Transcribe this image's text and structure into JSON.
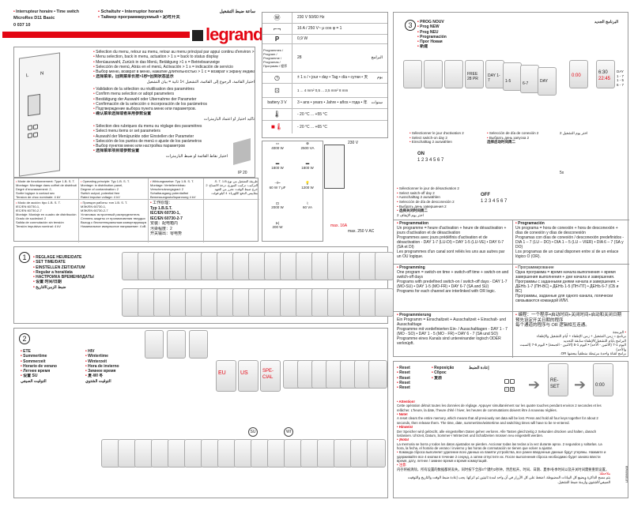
{
  "header": {
    "title_fr_en": "Interrupteur horaire • Time switch",
    "model": "MicroRex D11 Basic",
    "ref": "0 037 10",
    "title_de_es": "Schaltuhr • Interruptor horario",
    "title_ru_zh": "Таймер программируемый • 定时开关",
    "title_ar": "ساعة ضبط التشغيل",
    "logo": "legrand"
  },
  "keys": {
    "menu": [
      "Sélection du menu, retour au menu, retour au menu principal par appui continu d'environ > 1 s",
      "Menu selection, back in menu, actuation > 1 s = back to status display",
      "Menüauswahl, Zurück in das Menü, Betätigung >1 s = Betriebsanzeige",
      "Selección de menú, Atrás en el menú, Activación > 1 s = indicación de servicio",
      "Выбор меню, возврат в меню, нажатие длительностью > 1 с = возврат к экрану индикации",
      "选择菜单，回到菜单长按>1秒=回到状态显示",
      "اختيار القائمة، الرجوع إلى القائمة، التشغيل >1 ثانية = بيان التشغيل"
    ],
    "ok": [
      "Validation de la sélection ou réutilisation des paramètres",
      "Confirm menu selection or adopt parameters",
      "Bestätigung der Auswahl oder Übernahme der Parameter",
      "Confirmación de la selección o incorporación de los parámetros",
      "Подтверждение выбора пункта меню или параметров.",
      "确认菜单选择或者采用参数设置",
      "تأكيد اختيار أو اعتماد البارمترات"
    ],
    "plusminus": [
      "Sélection des rubriques du menu ou réglage des paramètres",
      "Select menu items or set parameters",
      "Auswahl der Menüpunkte oder Einstellen der Parameter",
      "Selección de los puntos de menú o ajuste de los parámetros",
      "Выбор пунктов меню или настройка параметров",
      "选择菜单项目或参数设置",
      "اختيار نقاط القائمة أو ضبط البارمترات"
    ],
    "ip": "IP 20"
  },
  "specs": [
    {
      "icon": "M",
      "value": "230 V 50/60 Hz"
    },
    {
      "icon": "relay",
      "value": "16 A / 250 V~ μ cos φ = 1"
    },
    {
      "icon": "P",
      "value": "0,9 W"
    },
    {
      "icon": "Programmes / Program / Programme / Programas / Программ / 程序",
      "value": "28",
      "ar": "البرامج"
    },
    {
      "icon": "clock",
      "value": "± 1 s / • jour • day • Tag • día • сутки • 天",
      "ar": "يوم"
    },
    {
      "icon": "terminal",
      "value": "1 ... 4 mm²    0,5 ... 2,5 mm²    8 mm"
    },
    {
      "icon": "battery 3 V",
      "value": "3 • ans • years • Jahre • años • года • 年",
      "ar": "سنوات"
    },
    {
      "icon": "thermometer",
      "value": "- 20 °C ... +55 °C"
    },
    {
      "icon": "storage",
      "value": "- 20 °C ... +65 °C"
    }
  ],
  "details": [
    [
      "Mode de fonctionnement: Type 1.B. S. T.",
      "IEC/EN 60730-1,",
      "IEC/EN 60730-2-7",
      "Montage: Montage dans coffret de distribution",
      "Degré d'encrassement: 2,",
      "Sortie logique à contact sec",
      "Tension de choc nominale: 4 kV"
    ],
    [
      "Operating principle: Typ 1.B. S. T.",
      "IEC/EN 60730-1,",
      "IEC/EN 60730-2-7",
      "Montage: in distribution panel,",
      "Degree of contamination: 2",
      "Switch output, potential free",
      "Rated impulse voltage: 4 kV"
    ],
    [
      "Wirkungsweise: Typ 1.B. S. T.",
      "IEC/EN 60730-1,",
      "IEC/EN 60730-2-7",
      "Montage: Verteilereinbau",
      "Verschmutzungsgrad: 2",
      "Schaltausgang potentialfrei",
      "Bemessungsstoßspannung 4 kV"
    ],
    [
      "طريقة التشغيل من نوع S. T. 1.B.",
      "IEC/EN 60730-1,",
      "IEC/EN 60730-2-7",
      "التركيب: تركيب الموزع، درجة الاتساخ: 2",
      "خرج ضبط الوقت: تحرر من الجهد",
      "مقاييس الدفع الكهرباء: 4 كيلو فولت"
    ],
    [
      "Modo de acción: tipo 1.B. S. T.",
      "IEC/EN 60730-1,",
      "IEC/EN 60730-2-7",
      "Montaje: Montaje en cuadro de distribución",
      "Grado de suciedad: 2",
      "Salida de conmutación sin tensión",
      "Tensión impulsiva nominal: 4 kV"
    ],
    [
      "Принцип работы: тип 1.B. S. T.",
      "МЭК/EN 60730-1,",
      "МЭК/EN 60730-2-7",
      "Установка: встроенный распределитель",
      "Степень защиты от проникновения твердых тел: 2",
      "Выход с беспотенциальным коммутирующим контактом",
      "Номинальное импульсное напряжение: 4 кВ"
    ],
    [
      "工作原理：",
      "Typ 1.B.S.T.",
      "IEC/EN 60730-1,",
      "IEC/EN 60730-2-7",
      "安装：配电箱内",
      "污染程度：2",
      "开关输出：零电势"
    ]
  ],
  "loads": [
    {
      "icon": "resistive",
      "value": "4000 W"
    },
    {
      "icon": "motor",
      "value": "2500 VA"
    },
    {
      "icon": "fluorescent",
      "value": "1800 W"
    },
    {
      "icon": "fluorescent-parallel",
      "value": "1800 W"
    },
    {
      "icon": "capacitor",
      "value": "60 W  7 μF"
    },
    {
      "icon": "halogen",
      "value": "1200 W"
    },
    {
      "icon": "halogen-lv",
      "value": "2000 W"
    },
    {
      "icon": "cfl",
      "value": "60 VA"
    },
    {
      "icon": "led",
      "value": "200 W"
    }
  ],
  "wiring": {
    "voltage": "230 V",
    "max_a": "max. 16A",
    "max_v": "max. 250 V AC",
    "L": "L",
    "N": "N"
  },
  "section1": {
    "num": "1",
    "labels": [
      "REGLAGE HEURE/DATE",
      "SET  TIME/DATE",
      "EINSTELLEN  ZEIT/DATUM",
      "Regular a hora/data",
      "НАСТРОЙКА ВРЕМЕНИ/ДАТЫ",
      "设置 时间/日期",
      "ضبط الزمن/التاريخ"
    ]
  },
  "section2": {
    "num": "2",
    "summer": [
      "ETE",
      "Summertime",
      "Sommerzeit",
      "Horario de verano",
      "Летнее время",
      "设置 SU",
      "التوقيت الصيفي"
    ],
    "winter": [
      "HIV",
      "Wintertime",
      "Winterzeit",
      "Hora de invierno",
      "Зимнее время",
      "夏-WI 冬",
      "التوقيت الشتوي"
    ],
    "screens": [
      "EU",
      "US",
      "SPE-CIAL"
    ],
    "badges": [
      "SU",
      "WI"
    ]
  },
  "section3": {
    "num": "3",
    "labels": [
      "PROG  NOUV",
      "Prog  NEW",
      "Prog  NEU",
      "Programación",
      "Прог Новая",
      "新建"
    ],
    "ar": "البرنامج الجديد",
    "screens": [
      "FREE",
      "28 PR",
      "DAY 1-7",
      "1-5",
      "6-7",
      "DAY",
      "0:00",
      "6:30",
      "22:45"
    ],
    "day_legend": [
      "DAY",
      "1 - 7",
      "1 - 5",
      "6 - 7"
    ],
    "switch_on": [
      "Sélectionner le jour d'activation 2",
      "Select switch-on day 2",
      "Einschalttag 2 auswählen",
      "Selección de día de conexión 2",
      "Выбрать день запуска 2",
      "选择启动时间周二",
      "اختر يوم التشغيل 2"
    ],
    "switch_off": [
      "Sélectionner le jour de désactivation 2",
      "Select switch-off day 2",
      "Ausschalttag 2 auswählen",
      "Selección de día de desconexión 2",
      "Выбрать день завершения 2",
      "选择关闭时间周二",
      "اختر يوم الإيقاف 2"
    ],
    "on": "ON",
    "off": "OFF",
    "days": "1 2 3 4 5 6 7",
    "repeat": "5x"
  },
  "programming": {
    "fr": [
      "Programmation",
      "Un programme = heure d'activation + heure de désactivation + jours d'activation et de désactivation",
      "Programmes avec jours prédéfinis d'activation et de désactivation - DAY 1-7 (LU-DI) • DAY 1-5 (LU-VE) • DAY 6-7 (SA et DI)",
      "Les programmes d'un canal sont reliés les uns aux autres par un OU logique."
    ],
    "es": [
      "Programación",
      "Un programa = hora de conexión + hora de desconexión + días de conexión y días de desconexión",
      "Programas con días de conexión / desconexión predefinidos - DIA 1 – 7 (LU – DO) • DIA 1 – 5 (LU – VIER) • DIA 6 – 7 (SA y DO)",
      "Los programas de un canal disponen entre sí de un enlace lógico O (OR)."
    ],
    "en": [
      "Programming",
      "One program = switch-on time + switch-off time + switch-on and switch-off days",
      "Programs with predefined switch-on / switch-off days - DAY 1-7 (MO-SU) • DAY 1-5 (MO-FR) • DAY 6-7 (SA and SU)",
      "Programs for each channel are interlinked with OR logic."
    ],
    "ru": [
      "Программирование",
      "Одна программа = время начала выполнения + время завершения выполнения + дни начала и завершения.",
      "Программы с заданными днями начала и завершения. • ДЕНЬ 1-7 (ПН-ВС) • ДЕНЬ 1-5 (ПН-ПТ) • ДЕНЬ 6-7 (СБ и ВС)",
      "Программы, заданные для одного канала, логически связываются командой ИЛИ."
    ],
    "de": [
      "Programmierung",
      "Ein Programm = Einschaltzeit + Ausschaltzeit + Einschalt- und Ausschalttage",
      "Programme mit vordefinierten Ein- / Ausschalttagen - DAY 1 - 7 (MO - SO) • DAY 1 - 5 (MO - FR) • DAY 6 - 7 (SA und SO)",
      "Programme eines Kanals sind untereinander logisch ODER verknüpft."
    ],
    "zh": [
      "编程：一个程序=启动时间+关闭时间+启动和关闭日期",
      "预先设定开关日期的程序",
      "每个通道的程序与 OR 逻辑相互连通。"
    ],
    "ar": [
      "البرمجة",
      "برنامج = زمن التشغيل + زمن الإطفاء + أيام التشغيل والإطفاء",
      "البرامج بأيام التشغيل/الإطفاء سابقة التحديد",
      "اليوم 1-7 (الاثنين - الأحد) • اليوم 1-5 (الاثنين - الجمعة) • اليوم 6-7 (السبت والأحد)",
      "برامج لقناة واحدة مرتبطة منطقياً ببعضها OR."
    ]
  },
  "reset": {
    "labels_a": [
      "Reset",
      "Reset",
      "Reset",
      "Reset",
      "Reset"
    ],
    "labels_b": [
      "Reposição",
      "Сброс",
      "复原"
    ],
    "ar": "إعادة الضبط",
    "screens": [
      "RE-SET",
      "0:00"
    ],
    "notes": [
      {
        "title": "Attention!",
        "text": "Cette opération détruit toutes les données de réglage. Appuyer simultanément sur les quatre touches pendant environ 2 secondes et les relâcher. L'heure, la date, l'heure d'été / hiver, les heures de commutations doivent être à nouveau réglées."
      },
      {
        "title": "Note!",
        "text": "A reset clears the entire memory, which means that all previously set data will be lost. Press and hold all four keys together for about 2 seconds, then release them. The time, date, summertime/wintertime and switching times will have to be re-entered."
      },
      {
        "title": "Hinweis!",
        "text": "Der Speicher wird gelöscht, alle eingestellten Daten gehen verloren. Alle Tasten gleichzeitig 2 Sekunden drücken und halten, danach loslassen. Uhrzeit, Datum, Sommer-/ Winterzeit und Schaltzeiten müssen neu eingestellt werden."
      },
      {
        "title": "¡Nota!",
        "text": "La memoria se borra y todos los datos ajustados se pierden. Accionar todas las teclas a la vez durante aprox. 2 segundos y soltarlas. La hora, la fecha, el horario de verano / invierno y las horas de conmutación se tienen que volver a ajustar."
      },
      {
        "title": "",
        "text": "Команда сброса выполняет удаление всех данных из памяти устройства, все ранее введенные данные будут утеряны. Нажмите и удерживайте все 4 кнопки в течение 2 секунд, а затем отпустите их. После выполнения сброса необходимо будет заново ввести время, дату, летнее / зимнее время и время коммутаций."
      },
      {
        "title": "注意:",
        "text": "内存将被清除，所有设置的数据都将丢失。同时按下全部4个键约2秒钟，然后松开。时间、日期、夏季/冬季时间以及开关时间需要重新设置。"
      },
      {
        "title": "ملاحظة:",
        "text": "يتم مسح الذاكرة ويضيع كل البيانات المضبوطة. اضغط على كل الأزرار في آن واحد لمدة ثانيتين ثم اتركها. يجب إعادة ضبط الوقت والتاريخ والتوقيت الصيفي/الشتوي وأزمنة ضبط التشغيل."
      }
    ],
    "doc_code": "LE05689AB"
  },
  "colors": {
    "accent": "#e30613",
    "border": "#999999"
  }
}
